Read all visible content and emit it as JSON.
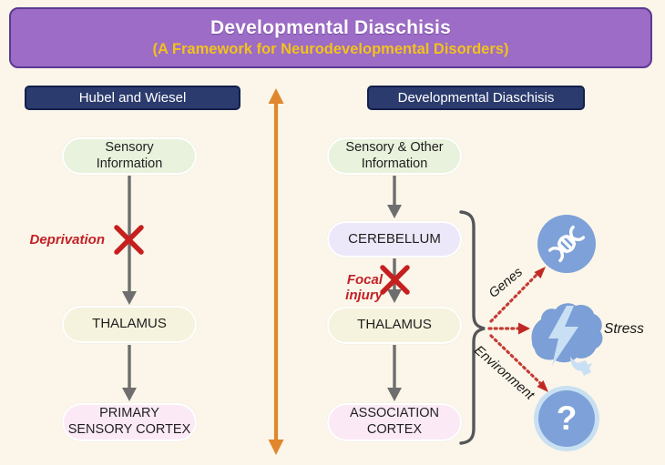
{
  "banner": {
    "title": "Developmental Diaschisis",
    "subtitle": "(A Framework for Neurodevelopmental Disorders)"
  },
  "left_panel": {
    "header": "Hubel and Wiesel",
    "nodes": [
      {
        "label": "Sensory\nInformation"
      },
      {
        "label": "THALAMUS"
      },
      {
        "label": "PRIMARY\nSENSORY CORTEX"
      }
    ],
    "block_label": "Deprivation"
  },
  "right_panel": {
    "header": "Developmental Diaschisis",
    "nodes": [
      {
        "label": "Sensory & Other\nInformation"
      },
      {
        "label": "CEREBELLUM"
      },
      {
        "label": "THALAMUS"
      },
      {
        "label": "ASSOCIATION\nCORTEX"
      }
    ],
    "block_label": "Focal injury"
  },
  "factors": {
    "genes_label": "Genes",
    "stress_label": "Stress",
    "environment_label": "Environment",
    "unknown_glyph": "?",
    "icons": [
      "dna-icon",
      "brain-lightning-icon",
      "question-mark-icon"
    ]
  },
  "colors": {
    "background": "#FBF6E9",
    "banner_fill": "#9C6CC6",
    "banner_border": "#5C3A92",
    "banner_subtitle_text": "#F2C21B",
    "panel_header_fill": "#2B3B6D",
    "node_green": "#E8F2DC",
    "node_yellow": "#F5F3DD",
    "node_lavender": "#EDE8F9",
    "node_pink": "#FBEAF6",
    "arrow_gray": "#6E6E6E",
    "arrow_orange": "#E0862C",
    "block_red": "#C5201F",
    "icon_blue": "#7DA1D8",
    "icon_light_blue": "#C9E0F4"
  }
}
